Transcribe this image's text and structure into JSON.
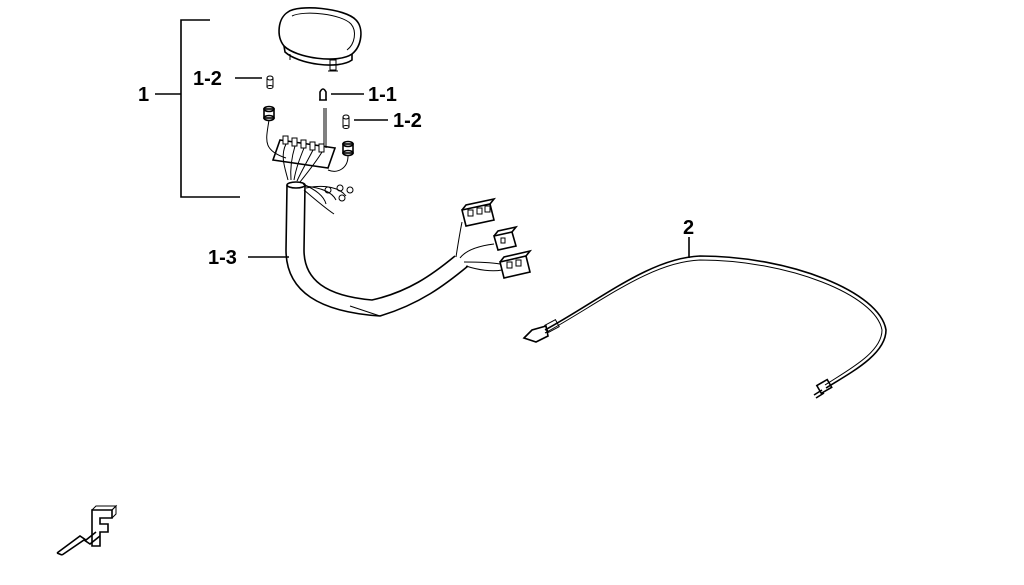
{
  "callouts": {
    "assembly": "1",
    "cap_upper": "1-2",
    "bulb": "1-1",
    "cap_lower": "1-2",
    "harness": "1-3",
    "cable": "2"
  },
  "front_marker": "F"
}
